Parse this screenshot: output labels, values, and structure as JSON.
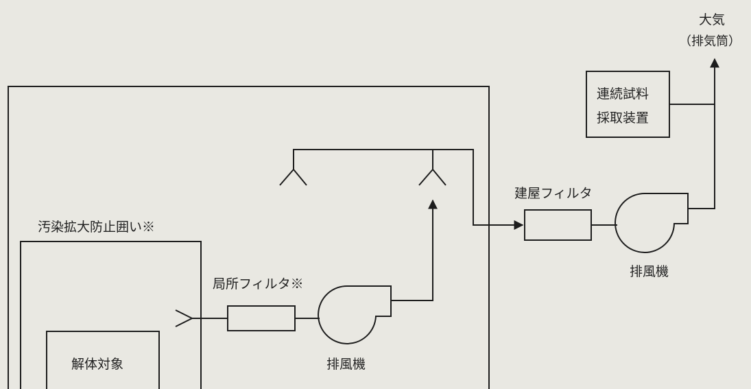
{
  "diagram": {
    "labels": {
      "atmosphere": "大気",
      "stack": "（排気筒）",
      "sampler_line1": "連続試料",
      "sampler_line2": "採取装置",
      "building_filter": "建屋フィルタ",
      "fan_building": "排風機",
      "enclosure": "汚染拡大防止囲い※",
      "local_filter": "局所フィルタ※",
      "fan_local": "排風機",
      "target": "解体対象"
    },
    "colors": {
      "line": "#1d1d1d",
      "background": "#e9e8e2",
      "text": "#222222"
    }
  }
}
